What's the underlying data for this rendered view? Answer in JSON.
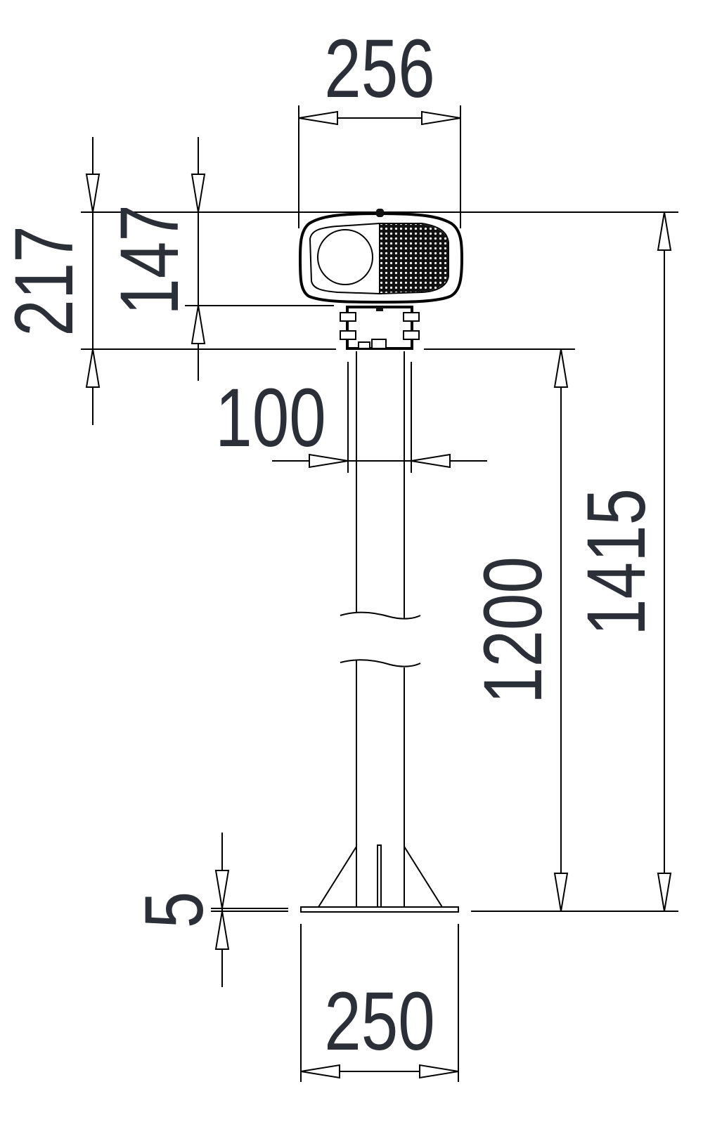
{
  "drawing": {
    "dimensions": {
      "head_width": "256",
      "total_head_height": "217",
      "lamp_height": "147",
      "pole_diameter": "100",
      "pole_height": "1200",
      "total_height": "1415",
      "plate_thickness": "5",
      "plate_width": "250"
    },
    "colors": {
      "line": "#000000",
      "text": "#2b2f38"
    }
  }
}
